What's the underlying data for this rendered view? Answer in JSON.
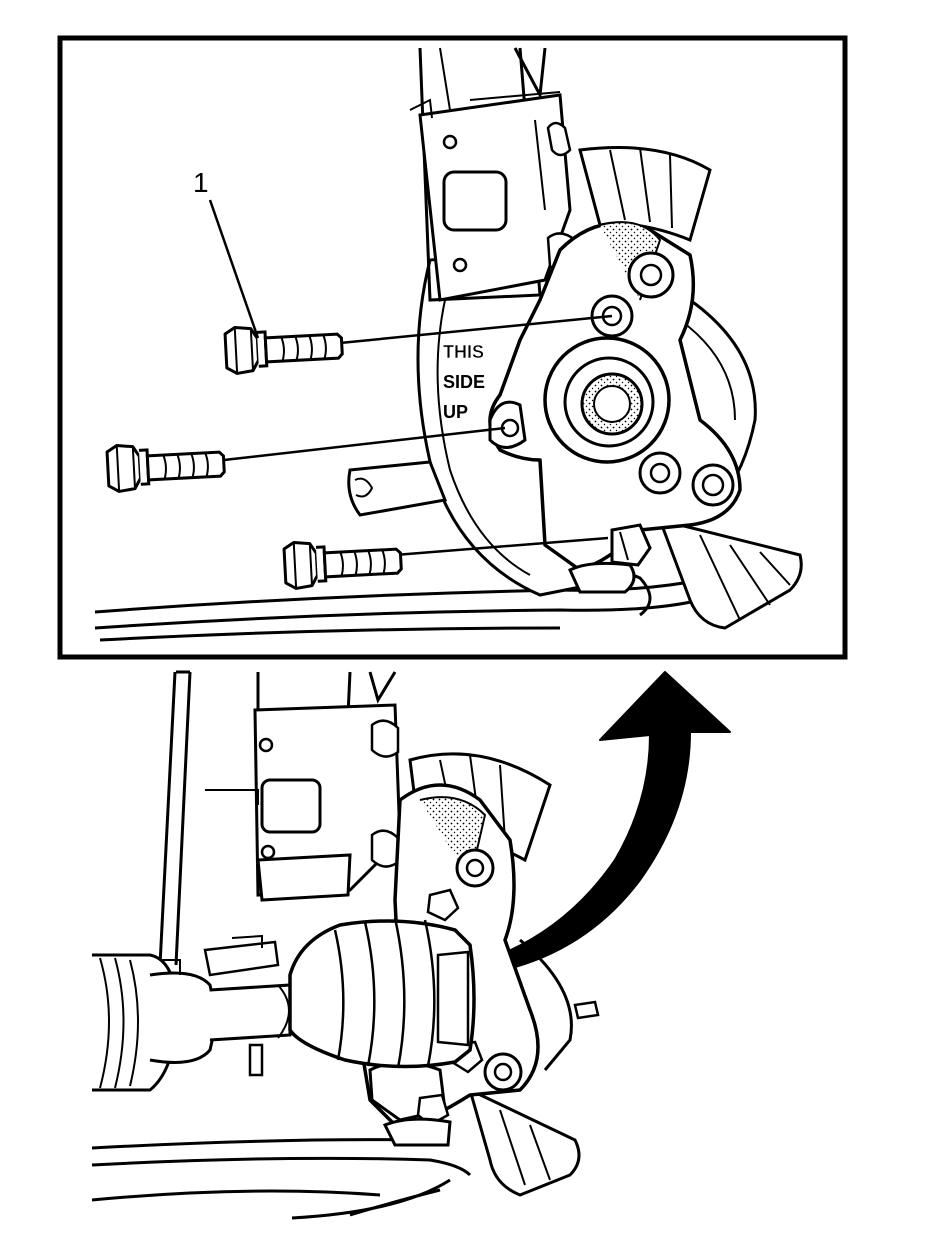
{
  "figure": {
    "callout_number": "1",
    "stamped_text": [
      "THIS",
      "SIDE",
      "UP"
    ]
  },
  "colors": {
    "ink": "#000000",
    "paper": "#ffffff",
    "shade": "#c8c8c8"
  },
  "icons": {
    "direction_arrow": "curved-arrow-up-icon"
  }
}
